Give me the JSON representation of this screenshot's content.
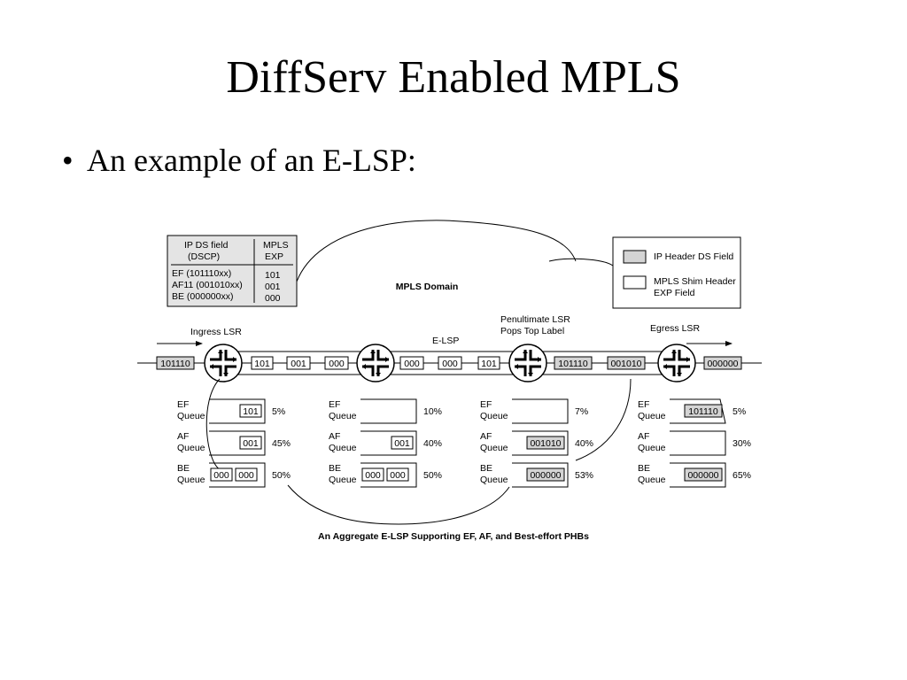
{
  "slide": {
    "title": "DiffServ Enabled MPLS",
    "bullet": "An example of an E-LSP:"
  },
  "diagram": {
    "domain_label": "MPLS Domain",
    "caption": "An Aggregate E-LSP Supporting EF, AF, and Best-effort PHBs",
    "mapping_table": {
      "header_col1_line1": "IP DS field",
      "header_col1_line2": "(DSCP)",
      "header_col2_line1": "MPLS",
      "header_col2_line2": "EXP",
      "rows": [
        {
          "dscp": "EF (101110xx)",
          "exp": "101"
        },
        {
          "dscp": "AF11 (001010xx)",
          "exp": "001"
        },
        {
          "dscp": "BE (000000xx)",
          "exp": "000"
        }
      ]
    },
    "legend": {
      "item1": "IP Header DS Field",
      "item2_line1": "MPLS Shim Header",
      "item2_line2": "EXP Field"
    },
    "routers": {
      "ingress": "Ingress LSR",
      "elsp": "E-LSP",
      "penultimate_line1": "Penultimate LSR",
      "penultimate_line2": "Pops Top Label",
      "egress": "Egress LSR"
    },
    "packets": {
      "in": "101110",
      "seg1": [
        "101",
        "001",
        "000"
      ],
      "seg2": [
        "000",
        "000",
        "101"
      ],
      "seg3": [
        "101110",
        "001010"
      ],
      "out": "000000"
    },
    "queue_labels": {
      "ef1": "EF",
      "ef2": "Queue",
      "af1": "AF",
      "af2": "Queue",
      "be1": "BE",
      "be2": "Queue"
    },
    "queues": [
      {
        "ef_content": "101",
        "ef_pct": "5%",
        "af_content": "001",
        "af_pct": "45%",
        "be_content": [
          "000",
          "000"
        ],
        "be_pct": "50%"
      },
      {
        "ef_content": "",
        "ef_pct": "10%",
        "af_content": "001",
        "af_pct": "40%",
        "be_content": [
          "000",
          "000"
        ],
        "be_pct": "50%"
      },
      {
        "ef_content": "",
        "ef_pct": "7%",
        "af_content": "001010",
        "af_pct": "40%",
        "be_content": [
          "000000"
        ],
        "be_pct": "53%"
      },
      {
        "ef_content": "101110",
        "ef_pct": "5%",
        "af_content": "",
        "af_pct": "30%",
        "be_content": [
          "000000"
        ],
        "be_pct": "65%"
      }
    ],
    "colors": {
      "ip_field_fill": "#d4d4d4",
      "table_fill": "#e4e4e4",
      "line": "#000000"
    }
  }
}
